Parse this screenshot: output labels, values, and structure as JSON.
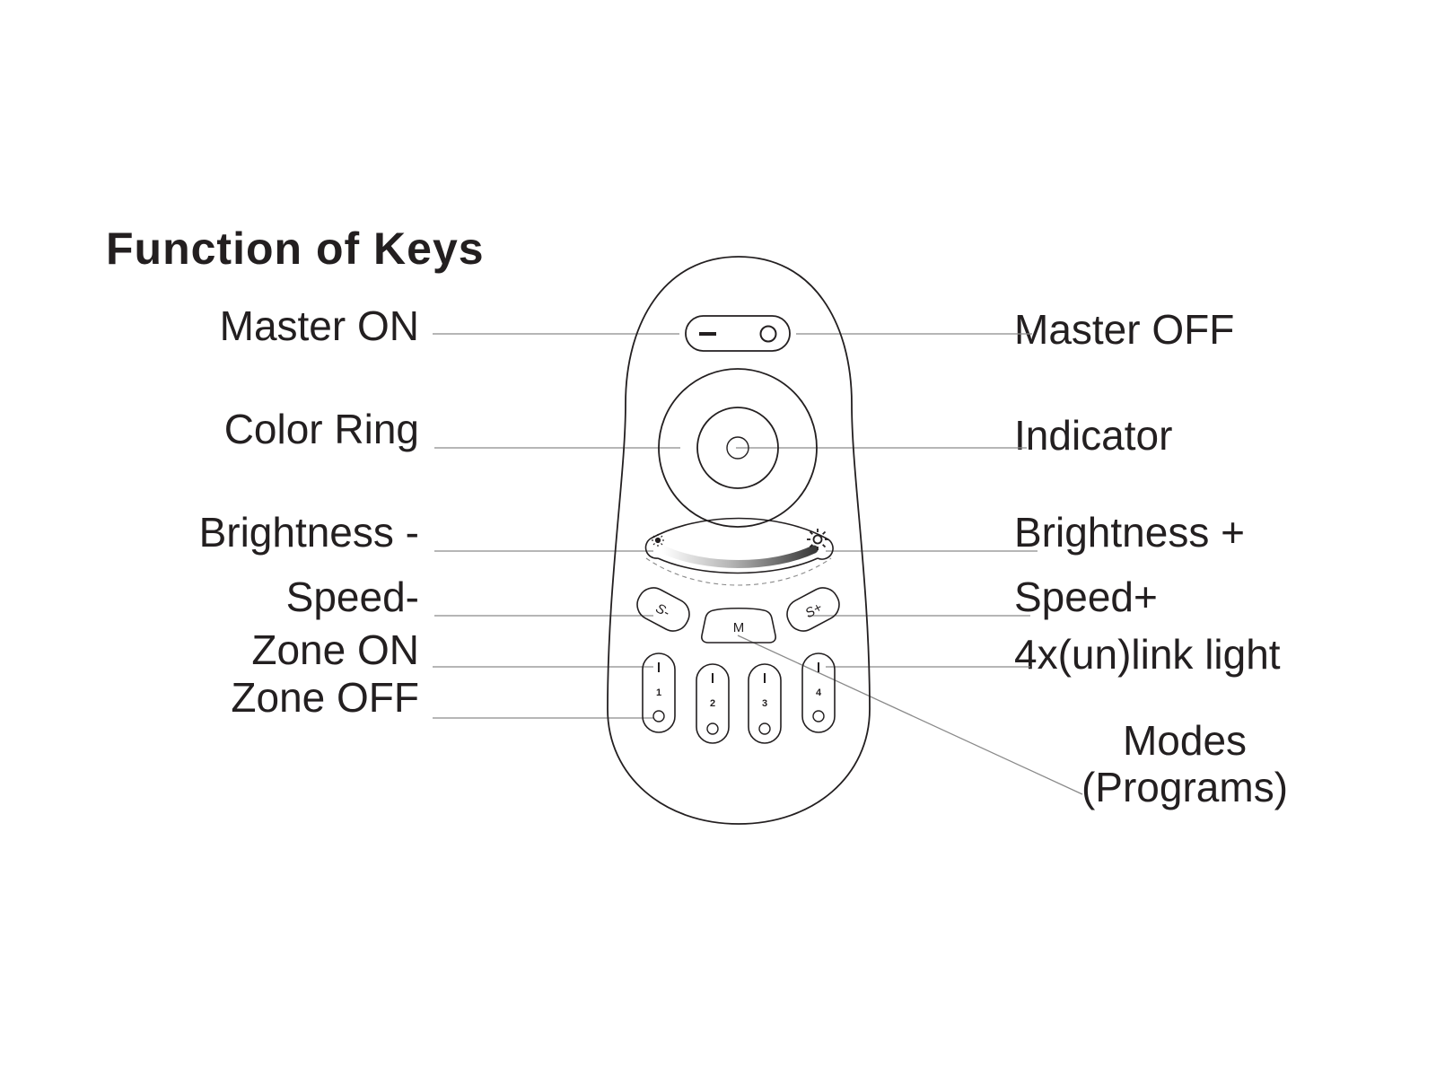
{
  "title": "Function of Keys",
  "labels": {
    "master_on": "Master ON",
    "master_off": "Master OFF",
    "color_ring": "Color Ring",
    "indicator": "Indicator",
    "brightness_minus": "Brightness -",
    "brightness_plus": "Brightness +",
    "speed_minus": "Speed-",
    "speed_plus": "Speed+",
    "zone_on": "Zone ON",
    "zone_off": "Zone OFF",
    "link_light": "4x(un)link light",
    "modes_line1": "Modes",
    "modes_line2": "(Programs)"
  },
  "remote": {
    "speed_minus_key": "S-",
    "speed_plus_key": "S+",
    "mode_key": "M",
    "zones": [
      "1",
      "2",
      "3",
      "4"
    ]
  },
  "colors": {
    "line": "#231f20",
    "leader": "#8a8a8a"
  }
}
